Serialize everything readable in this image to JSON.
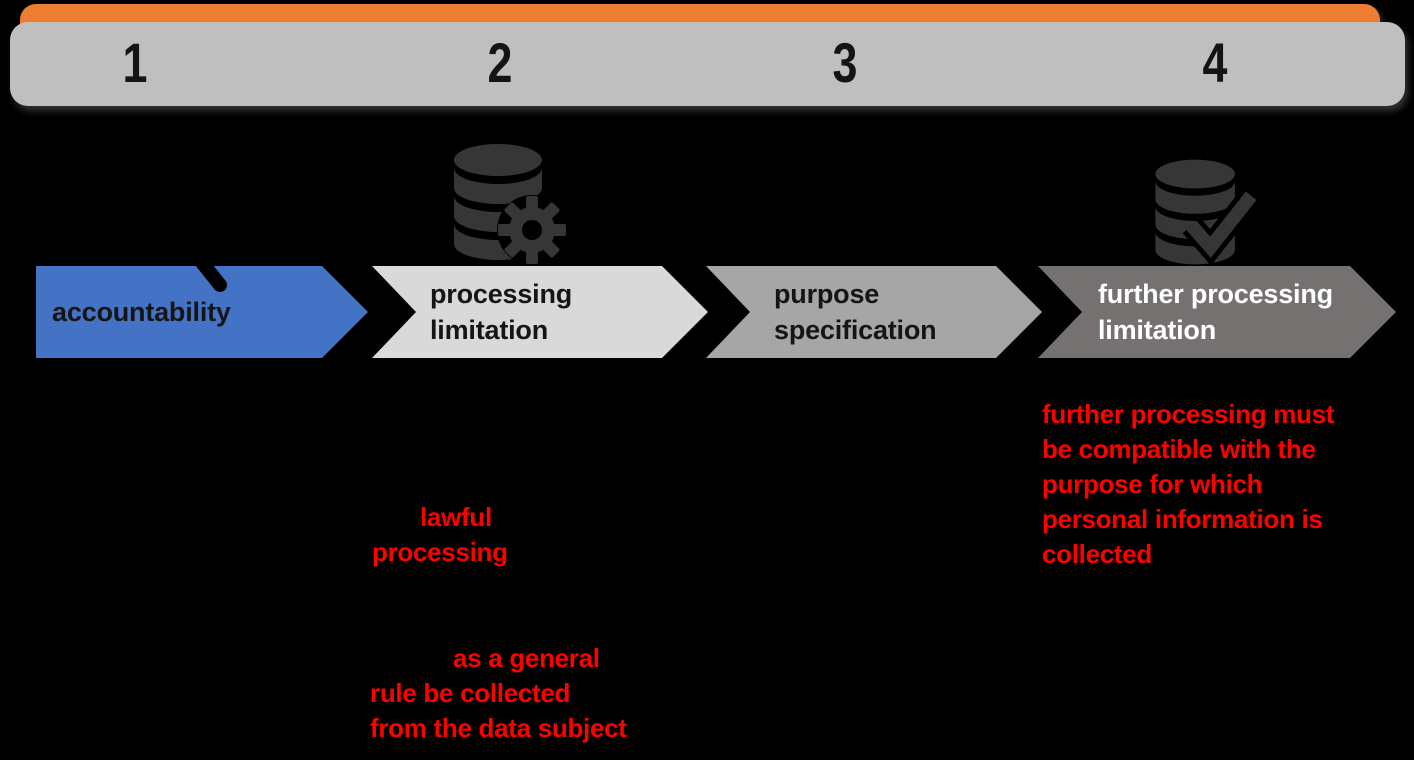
{
  "steps": [
    "1",
    "2",
    "3",
    "4"
  ],
  "colors": {
    "background": "#000000",
    "accent_orange": "#ED7D31",
    "steps_bar_gray": "#BFBFBF",
    "chevron_blue": "#4472C4",
    "chevron_light_gray": "#D9D9D9",
    "chevron_mid_gray": "#A6A6A6",
    "chevron_dark_gray": "#767171",
    "annotation_red": "#FF0000",
    "icon_dark_gray": "#363636"
  },
  "chevrons": [
    {
      "name": "accountability",
      "lines": [
        "accountability"
      ]
    },
    {
      "name": "processing limitation",
      "lines": [
        "processing",
        "limitation"
      ]
    },
    {
      "name": "purpose specification",
      "lines": [
        "purpose",
        "specification"
      ]
    },
    {
      "name": "further processing limitation",
      "lines": [
        "further processing",
        "limitation"
      ]
    }
  ],
  "icons": [
    {
      "name": "database-gear-icon"
    },
    {
      "name": "database-check-icon"
    }
  ],
  "annotations": {
    "lawful_processing": {
      "lines": [
        "lawful",
        "processing"
      ]
    },
    "collection_rule": {
      "lines": [
        "as a general",
        "rule be collected",
        "from the data subject"
      ]
    },
    "further_processing": {
      "lines": [
        "further processing must",
        "be compatible with the",
        "purpose for which",
        "personal information is",
        "collected"
      ]
    }
  }
}
